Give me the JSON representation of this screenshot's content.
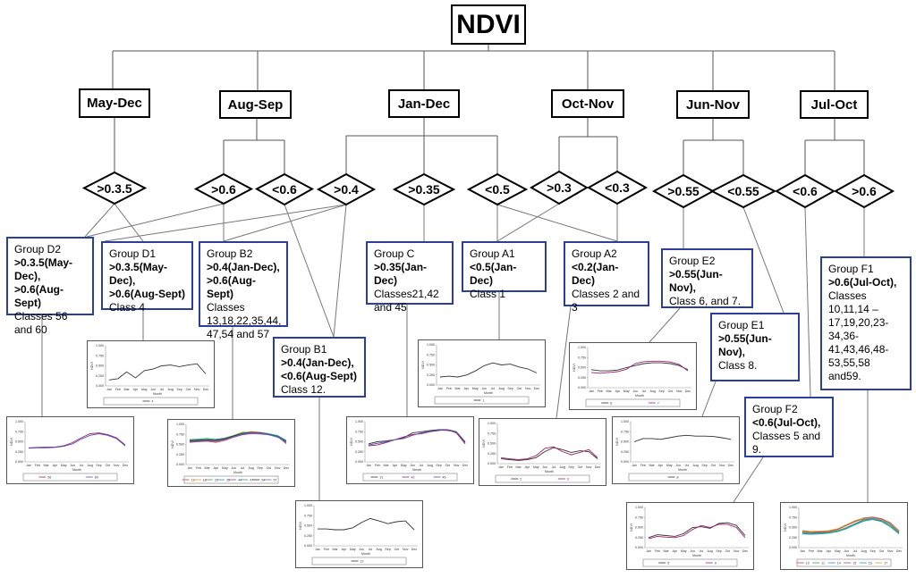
{
  "root": {
    "label": "NDVI"
  },
  "periods": {
    "may_dec": "May-Dec",
    "aug_sep": "Aug-Sep",
    "jan_dec": "Jan-Dec",
    "oct_nov": "Oct-Nov",
    "jun_nov": "Jun-Nov",
    "jul_oct": "Jul-Oct"
  },
  "thresholds": {
    "t1": ">0.3.5",
    "t2": ">0.6",
    "t3": "<0.6",
    "t4": ">0.4",
    "t5": ">0.35",
    "t6": "<0.5",
    "t7": ">0.3",
    "t8": "<0.3",
    "t9": ">0.55",
    "t10": "<0.55",
    "t11": "<0.6",
    "t12": ">0.6"
  },
  "groups": {
    "d2": {
      "title": "Group D2",
      "rule": ">0.3.5(May-Dec), >0.6(Aug-Sept)",
      "classes": "Classes 56 and 60"
    },
    "d1": {
      "title": "Group D1",
      "rule": ">0.3.5(May-Dec), >0.6(Aug-Sept)",
      "classes": "Class 4"
    },
    "b2": {
      "title": "Group B2",
      "rule": ">0.4(Jan-Dec), >0.6(Aug-Sept)",
      "classes": "Classes 13,18,22,35,44, 47,54 and 57"
    },
    "b1": {
      "title": "Group B1",
      "rule": ">0.4(Jan-Dec), <0.6(Aug-Sept)",
      "classes": "Class 12."
    },
    "c": {
      "title": "Group C",
      "rule": ">0.35(Jan-Dec)",
      "classes": "Classes21,42 and 45"
    },
    "a1": {
      "title": "Group A1",
      "rule": "<0.5(Jan-Dec)",
      "classes": "Class 1"
    },
    "a2": {
      "title": "Group A2",
      "rule": "<0.2(Jan-Dec)",
      "classes": "Classes 2 and 3"
    },
    "e2": {
      "title": "Group E2",
      "rule": ">0.55(Jun-Nov),",
      "classes": "Class 6, and 7."
    },
    "e1": {
      "title": "Group E1",
      "rule": ">0.55(Jun-Nov),",
      "classes": "Class 8."
    },
    "f2": {
      "title": "Group F2",
      "rule": "<0.6(Jul-Oct),",
      "classes": "Classes 5 and 9."
    },
    "f1": {
      "title": "Group F1",
      "rule": ">0.6(Jul-Oct),",
      "classes": "Classes 10,11,14 – 17,19,20,23-34,36-41,43,46,48-53,55,58 and59."
    }
  },
  "thumbnails": {
    "months": [
      "Jan",
      "Feb",
      "Mar",
      "Apr",
      "May",
      "Jun",
      "Jul",
      "Aug",
      "Sep",
      "Oct",
      "Nov",
      "Dec"
    ],
    "xlabel": "Month",
    "ylabel": "NDVI",
    "yticks": [
      "1.000",
      "0.750",
      "0.500",
      "0.250",
      "0.000"
    ],
    "plots": {
      "d1": {
        "series": [
          {
            "name": "4",
            "color": "#333333",
            "values": [
              0.15,
              0.18,
              0.35,
              0.2,
              0.38,
              0.42,
              0.5,
              0.52,
              0.48,
              0.52,
              0.55,
              0.3
            ]
          }
        ]
      },
      "d2": {
        "series": [
          {
            "name": "56",
            "color": "#a02070",
            "values": [
              0.35,
              0.36,
              0.37,
              0.37,
              0.4,
              0.48,
              0.6,
              0.7,
              0.72,
              0.68,
              0.6,
              0.42
            ]
          },
          {
            "name": "60",
            "color": "#5050b0",
            "values": [
              0.34,
              0.35,
              0.35,
              0.36,
              0.39,
              0.45,
              0.57,
              0.66,
              0.7,
              0.66,
              0.58,
              0.4
            ]
          }
        ]
      },
      "b2": {
        "series": [
          {
            "name": "13",
            "color": "#d04040",
            "values": [
              0.55,
              0.57,
              0.58,
              0.55,
              0.6,
              0.68,
              0.75,
              0.8,
              0.78,
              0.74,
              0.7,
              0.55
            ]
          },
          {
            "name": "18",
            "color": "#d0a020",
            "values": [
              0.6,
              0.6,
              0.62,
              0.6,
              0.63,
              0.7,
              0.78,
              0.82,
              0.8,
              0.76,
              0.72,
              0.6
            ]
          },
          {
            "name": "22",
            "color": "#40a040",
            "values": [
              0.62,
              0.63,
              0.65,
              0.62,
              0.66,
              0.72,
              0.8,
              0.8,
              0.78,
              0.75,
              0.7,
              0.58
            ]
          },
          {
            "name": "35",
            "color": "#4080d0",
            "values": [
              0.58,
              0.59,
              0.6,
              0.58,
              0.62,
              0.7,
              0.76,
              0.78,
              0.79,
              0.74,
              0.68,
              0.56
            ]
          },
          {
            "name": "44",
            "color": "#a040a0",
            "values": [
              0.56,
              0.58,
              0.6,
              0.6,
              0.64,
              0.68,
              0.74,
              0.77,
              0.76,
              0.74,
              0.7,
              0.52
            ]
          },
          {
            "name": "47",
            "color": "#20a0a0",
            "values": [
              0.6,
              0.62,
              0.62,
              0.63,
              0.65,
              0.7,
              0.77,
              0.79,
              0.8,
              0.77,
              0.72,
              0.6
            ]
          },
          {
            "name": "54",
            "color": "#333333",
            "values": [
              0.59,
              0.6,
              0.61,
              0.6,
              0.64,
              0.71,
              0.77,
              0.8,
              0.79,
              0.75,
              0.7,
              0.57
            ]
          },
          {
            "name": "57",
            "color": "#8060c0",
            "values": [
              0.57,
              0.58,
              0.59,
              0.58,
              0.62,
              0.69,
              0.75,
              0.79,
              0.78,
              0.74,
              0.69,
              0.55
            ]
          }
        ]
      },
      "b1": {
        "series": [
          {
            "name": "12",
            "color": "#333333",
            "values": [
              0.42,
              0.42,
              0.4,
              0.4,
              0.45,
              0.58,
              0.68,
              0.62,
              0.55,
              0.6,
              0.62,
              0.4
            ]
          }
        ]
      },
      "a1": {
        "series": [
          {
            "name": "1",
            "color": "#333333",
            "values": [
              0.2,
              0.22,
              0.2,
              0.25,
              0.35,
              0.48,
              0.55,
              0.5,
              0.52,
              0.45,
              0.4,
              0.3
            ]
          }
        ]
      },
      "c": {
        "series": [
          {
            "name": "21",
            "color": "#333333",
            "values": [
              0.45,
              0.5,
              0.52,
              0.55,
              0.6,
              0.72,
              0.75,
              0.78,
              0.8,
              0.8,
              0.75,
              0.5
            ]
          },
          {
            "name": "42",
            "color": "#a02070",
            "values": [
              0.4,
              0.42,
              0.48,
              0.55,
              0.62,
              0.68,
              0.7,
              0.75,
              0.78,
              0.8,
              0.72,
              0.45
            ]
          },
          {
            "name": "45",
            "color": "#5050b0",
            "values": [
              0.42,
              0.46,
              0.5,
              0.55,
              0.58,
              0.66,
              0.72,
              0.76,
              0.79,
              0.78,
              0.74,
              0.48
            ]
          }
        ]
      },
      "a2": {
        "series": [
          {
            "name": "2",
            "color": "#333333",
            "values": [
              0.12,
              0.1,
              0.08,
              0.1,
              0.15,
              0.3,
              0.4,
              0.35,
              0.28,
              0.32,
              0.3,
              0.12
            ]
          },
          {
            "name": "3",
            "color": "#a02070",
            "values": [
              0.15,
              0.12,
              0.1,
              0.12,
              0.2,
              0.38,
              0.42,
              0.3,
              0.22,
              0.28,
              0.35,
              0.15
            ]
          }
        ]
      },
      "e2": {
        "series": [
          {
            "name": "6",
            "color": "#333333",
            "values": [
              0.45,
              0.42,
              0.42,
              0.44,
              0.5,
              0.55,
              0.6,
              0.62,
              0.62,
              0.6,
              0.55,
              0.45
            ]
          },
          {
            "name": "7",
            "color": "#a02070",
            "values": [
              0.38,
              0.36,
              0.38,
              0.4,
              0.46,
              0.6,
              0.65,
              0.66,
              0.66,
              0.64,
              0.58,
              0.42
            ]
          }
        ]
      },
      "e1": {
        "series": [
          {
            "name": "8",
            "color": "#333333",
            "values": [
              0.5,
              0.58,
              0.58,
              0.56,
              0.6,
              0.64,
              0.66,
              0.64,
              0.64,
              0.63,
              0.6,
              0.56
            ]
          }
        ]
      },
      "f2": {
        "series": [
          {
            "name": "5",
            "color": "#333333",
            "values": [
              0.25,
              0.32,
              0.3,
              0.28,
              0.35,
              0.5,
              0.52,
              0.48,
              0.6,
              0.62,
              0.55,
              0.3
            ]
          },
          {
            "name": "9",
            "color": "#a02070",
            "values": [
              0.22,
              0.28,
              0.26,
              0.25,
              0.3,
              0.45,
              0.55,
              0.5,
              0.58,
              0.58,
              0.5,
              0.25
            ]
          }
        ]
      },
      "f1": {
        "series": [
          {
            "name": "10",
            "color": "#d04040",
            "values": [
              0.4,
              0.38,
              0.38,
              0.4,
              0.45,
              0.55,
              0.65,
              0.72,
              0.75,
              0.7,
              0.6,
              0.4
            ]
          },
          {
            "name": "11",
            "color": "#40a040",
            "values": [
              0.38,
              0.36,
              0.37,
              0.38,
              0.42,
              0.5,
              0.6,
              0.7,
              0.73,
              0.68,
              0.58,
              0.38
            ]
          },
          {
            "name": "14",
            "color": "#4080d0",
            "values": [
              0.36,
              0.35,
              0.36,
              0.37,
              0.4,
              0.48,
              0.58,
              0.68,
              0.72,
              0.66,
              0.55,
              0.36
            ]
          },
          {
            "name": "15",
            "color": "#a040a0",
            "values": [
              0.42,
              0.4,
              0.4,
              0.42,
              0.46,
              0.56,
              0.66,
              0.74,
              0.76,
              0.72,
              0.62,
              0.42
            ]
          },
          {
            "name": "16",
            "color": "#20a0a0",
            "values": [
              0.34,
              0.33,
              0.34,
              0.36,
              0.4,
              0.47,
              0.57,
              0.66,
              0.7,
              0.65,
              0.52,
              0.34
            ]
          },
          {
            "name": "17",
            "color": "#d0a020",
            "values": [
              0.4,
              0.4,
              0.41,
              0.42,
              0.47,
              0.57,
              0.67,
              0.73,
              0.74,
              0.7,
              0.6,
              0.41
            ]
          }
        ]
      }
    }
  }
}
